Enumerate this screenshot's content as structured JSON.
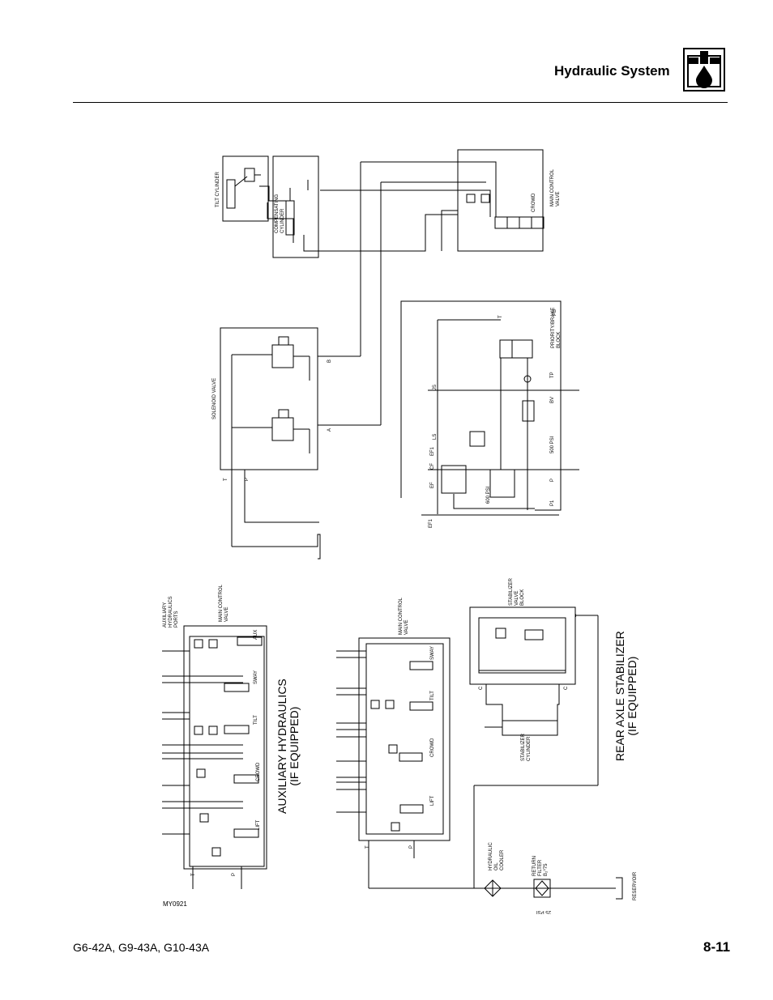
{
  "header": {
    "title": "Hydraulic System",
    "icon": "hydraulic-fluid-drop-icon"
  },
  "footer": {
    "models": "G6-42A, G9-43A, G10-43A",
    "page": "8-11",
    "figure_id": "MY0921"
  },
  "labels": {
    "tilt_cylinder": "TILT CYLINDER",
    "compensating_cylinder": "COMPENSATING\nCYLINDER",
    "main_control_valve_top": "MAIN CONTROL\nVALVE",
    "crowd": "CROWD",
    "solenoid_valve": "SOLENOID VALVE",
    "port_b": "B",
    "port_a": "A",
    "port_t": "T",
    "port_p": "P",
    "priority_brake_block": "PRIORITY/BRAKE\nBLOCK",
    "pb": "PB",
    "tp": "TP",
    "bv": "BV",
    "psi_500": "500 PSI",
    "psi_600": "600 PSI",
    "p1": "P1",
    "ls": "LS",
    "js": "JS",
    "ef1_right": "EF1",
    "ef": "EF",
    "cf": "CF",
    "ef1_left": "EF1",
    "aux_hyd_ports": "AUXILIARY\nHYDRAULICS\nPORTS",
    "main_control_valve_aux": "MAIN CONTROL\nVALVE",
    "aux": "AUX",
    "sway": "SWAY",
    "tilt": "TILT",
    "lift": "LIFT",
    "aux_title": "AUXILIARY HYDRAULICS\n(IF EQUIPPED)",
    "main_control_valve_mid": "MAIN CONTROL\nVALVE",
    "stabilizer_valve_block": "STABILIZER\nVALVE\nBLOCK",
    "stabilizer_cylinder": "STABILIZER\nCYLINDER",
    "rear_axle_title": "REAR AXLE STABILIZER\n(IF EQUIPPED)",
    "hydraulic_oil_cooler": "HYDRAULIC\nOIL\nCOOLER",
    "return_filter": "RETURN\nFILTER\nB₂⁰75",
    "psi_25": "25 PSI",
    "reservoir": "RESERVOIR",
    "port_c": "C"
  }
}
